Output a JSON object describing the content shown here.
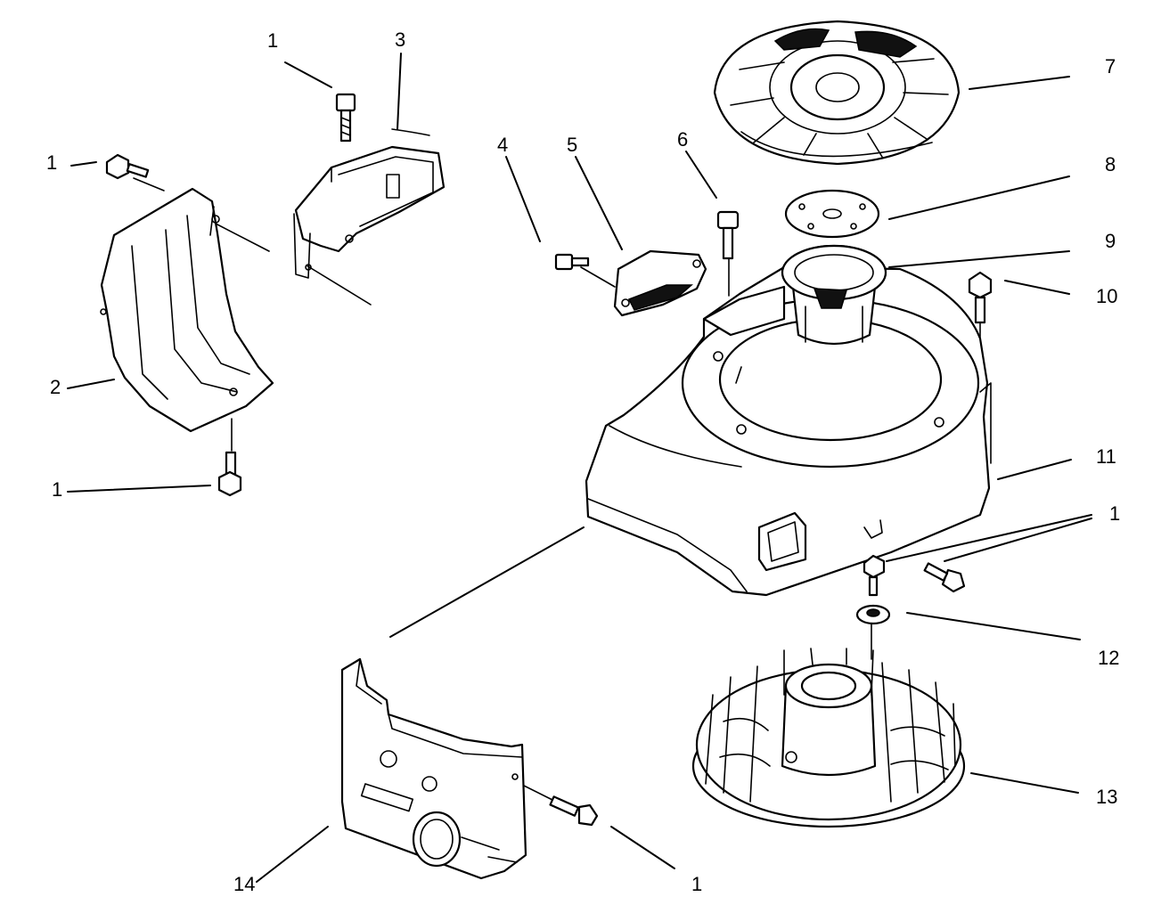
{
  "callouts": {
    "c1_top": "1",
    "c3": "3",
    "c1_left": "1",
    "c2": "2",
    "c1_bottom_left": "1",
    "c4": "4",
    "c5": "5",
    "c6": "6",
    "c7": "7",
    "c8": "8",
    "c9": "9",
    "c10": "10",
    "c11": "11",
    "c1_right": "1",
    "c12": "12",
    "c13": "13",
    "c14": "14",
    "c1_bottom": "1"
  }
}
